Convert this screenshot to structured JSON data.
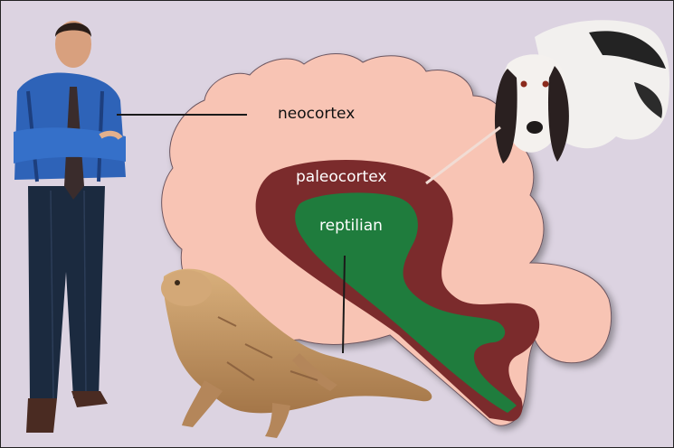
{
  "labels": {
    "neocortex": "neocortex",
    "paleocortex": "paleocortex",
    "reptilian": "reptilian"
  },
  "colors": {
    "background": "#dcd3e1",
    "neocortex": "#f8c4b4",
    "paleocortex": "#7b2b2c",
    "reptilian": "#1f7c3d",
    "line": "#1a1a1a",
    "pointer_light": "#f1dcd4"
  },
  "figures": {
    "person": "man-in-blue-shirt",
    "dog": "basset-hound",
    "lizard": "bearded-dragon"
  }
}
